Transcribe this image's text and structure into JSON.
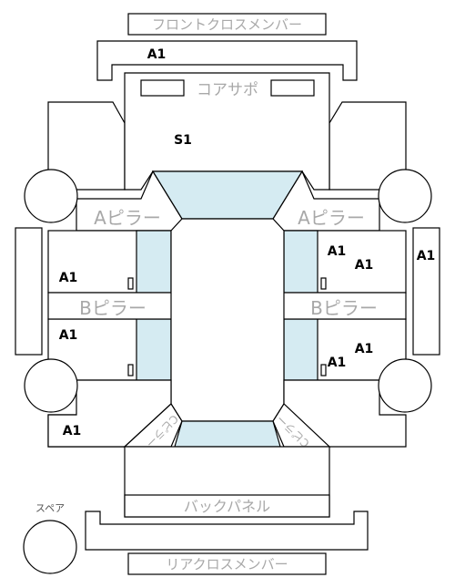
{
  "parts": {
    "front_cross_member": "フロントクロスメンバー",
    "core_support": "コアサポ",
    "a_pillar_left": "Aピラー",
    "a_pillar_right": "Aピラー",
    "b_pillar_left": "Bピラー",
    "b_pillar_right": "Bピラー",
    "c_pillar_left": "Cピラー",
    "c_pillar_right": "Cピラー",
    "back_panel": "バックパネル",
    "rear_cross_member": "リアクロスメンバー",
    "spare": "スペア"
  },
  "grades": {
    "front_cross_member": "A1",
    "front_section": "S1",
    "front_left_door": "A1",
    "rear_left_door": "A1",
    "rear_left_quarter": "A1",
    "front_right_door_a": "A1",
    "front_right_door_b": "A1",
    "rear_right_door_a": "A1",
    "rear_right_door_b": "A1",
    "right_side_sill": "A1"
  },
  "colors": {
    "glass": "#d5ebf2",
    "outline": "#000000",
    "label_gray": "#a8a8a8"
  }
}
